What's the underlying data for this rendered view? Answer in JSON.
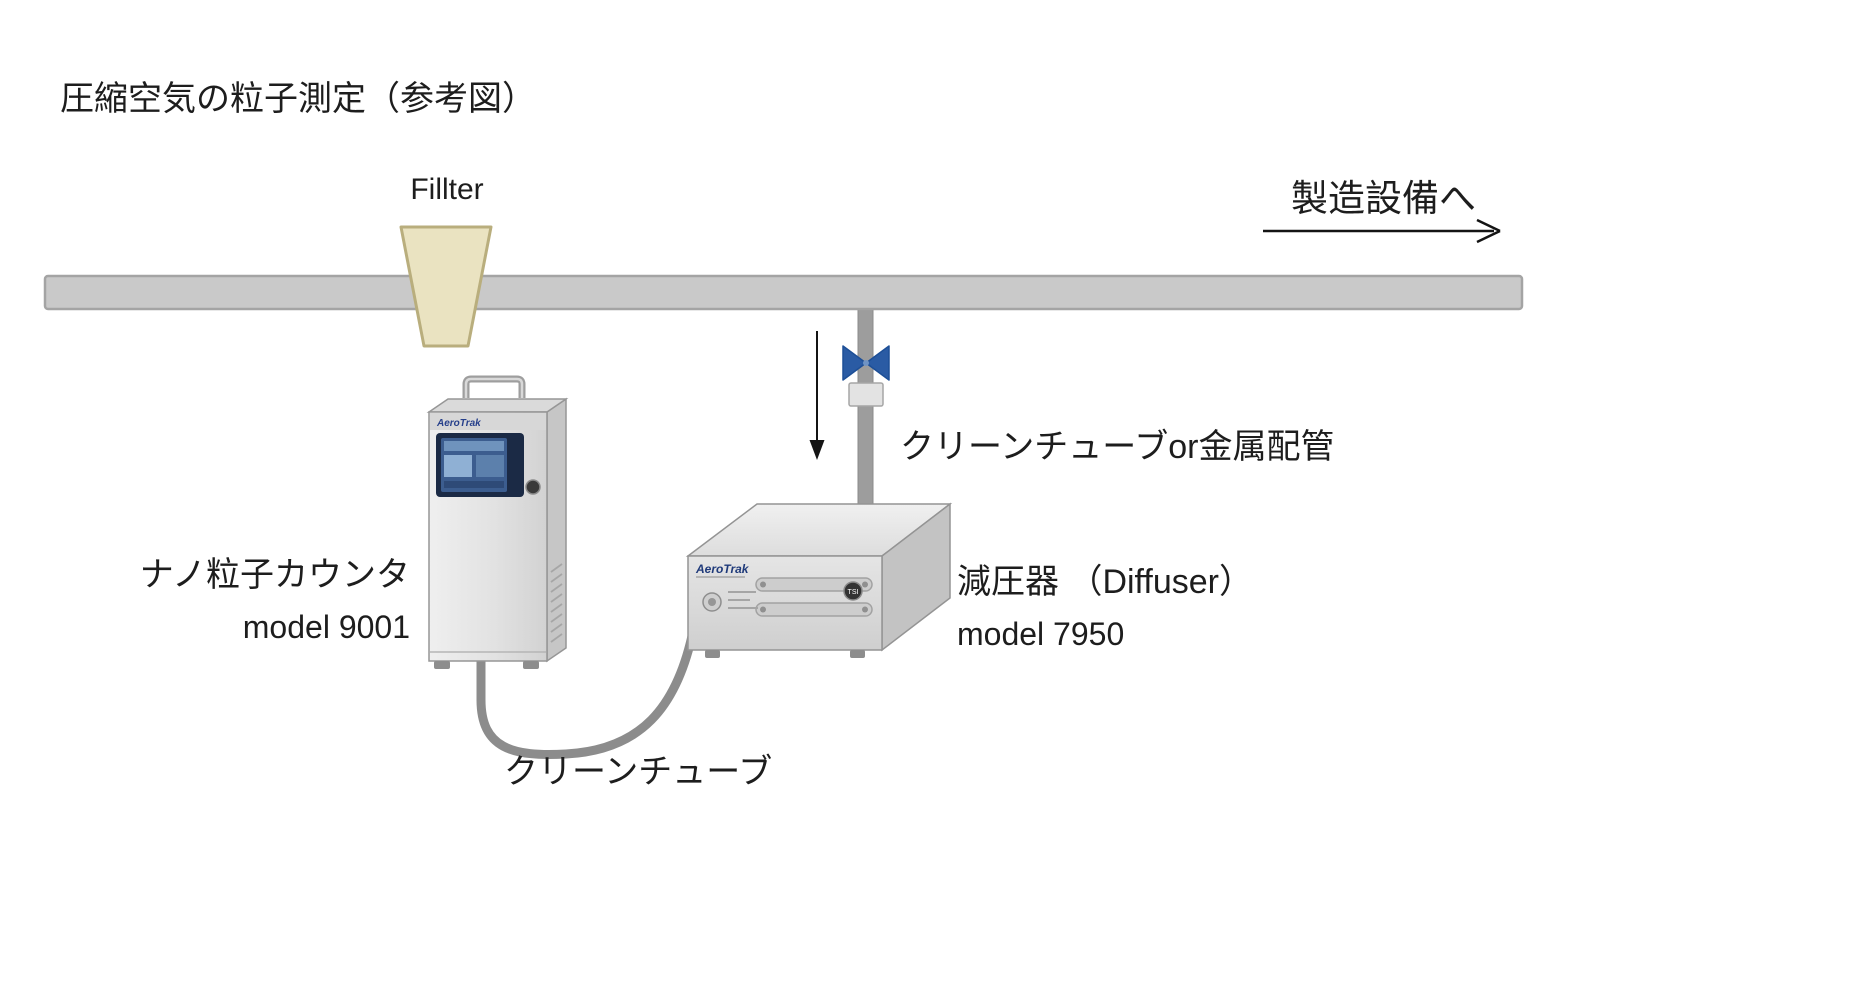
{
  "title": "圧縮空気の粒子測定（参考図）",
  "pipeline": {
    "filter_label": "Fillter",
    "destination_label": "製造設備へ",
    "branch_label": "クリーンチューブor金属配管"
  },
  "devices": {
    "counter": {
      "name": "ナノ粒子カウンタ",
      "model": "model 9001",
      "brand": "AeroTrak"
    },
    "diffuser": {
      "name": "減圧器 （Diffuser）",
      "model": "model 7950",
      "brand": "AeroTrak",
      "logo": "TSI"
    }
  },
  "tube_label": "クリーンチューブ",
  "colors": {
    "pipe_fill": "#c9c9c9",
    "pipe_border": "#a4a4a4",
    "branch_pipe": "#9d9d9d",
    "branch_pipe_border": "#8b8b8b",
    "filter_fill": "#eae3c1",
    "filter_border": "#b9ae7d",
    "valve_blue": "#2a5ba4",
    "valve_border": "#1d4f97",
    "tube_gray": "#8c8c8c",
    "arrow_black": "#141414"
  }
}
